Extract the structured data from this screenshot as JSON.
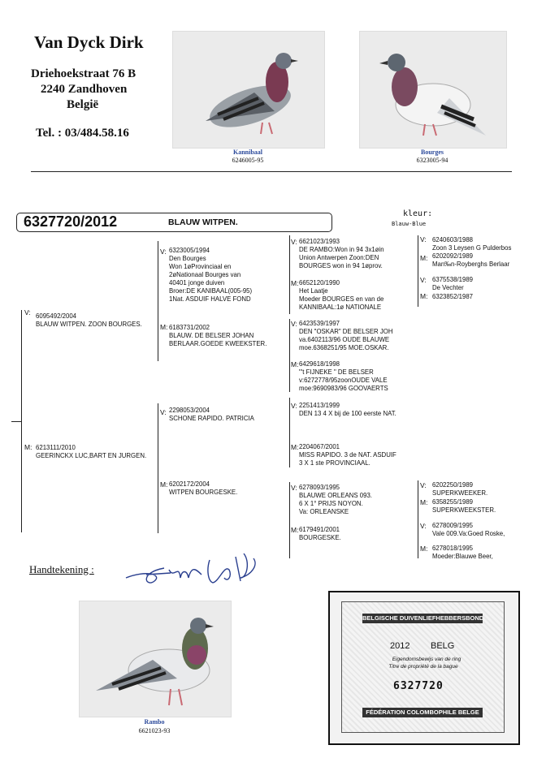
{
  "owner": {
    "name": "Van Dyck Dirk",
    "street": "Driehoekstraat 76 B",
    "city": "2240 Zandhoven",
    "country": "België",
    "phone": "Tel. : 03/484.58.16"
  },
  "top_photos": [
    {
      "name": "Kannibaal",
      "ring": "6246005-95"
    },
    {
      "name": "Bourges",
      "ring": "6323005-94"
    }
  ],
  "main": {
    "ring": "6327720/2012",
    "color": "BLAUW WITPEN.",
    "kleur_label": "kleur:",
    "kleur_value": "Blauw-Blue"
  },
  "gen1": {
    "sire": {
      "tag": "V:",
      "text": "6095492/2004\nBLAUW WITPEN. ZOON BOURGES."
    },
    "dam": {
      "tag": "M:",
      "text": "6213111/2010\nGEERINCKX LUC,BART EN JURGEN."
    }
  },
  "gen2": {
    "ss": {
      "tag": "V:",
      "text": "6323005/1994\nDen Bourges\nWon 1øProvinciaal en\n2øNationaal Bourges van\n40401 jonge duiven\nBroer:DE KANIBAAL(005-95)\n1Nat. ASDUIF HALVE FOND"
    },
    "sd": {
      "tag": "M:",
      "text": "6183731/2002\nBLAUW. DE BELSER JOHAN\nBERLAAR.GOEDE KWEEKSTER."
    },
    "ds": {
      "tag": "V:",
      "text": "2298053/2004\nSCHONE RAPIDO. PATRICIA"
    },
    "dd": {
      "tag": "M:",
      "text": "6202172/2004\nWITPEN BOURGESKE."
    }
  },
  "gen3": {
    "sss": {
      "tag": "V:",
      "text": "6621023/1993\nDE RAMBO:Won in 94 3x1øin\nUnion Antwerpen Zoon:DEN\nBOURGES won in 94 1øprov."
    },
    "ssd": {
      "tag": "M:",
      "text": "6652120/1990\nHet Laatje\nMoeder BOURGES en van de\nKANNIBAAL:1ø NATIONALE"
    },
    "sds": {
      "tag": "V:",
      "text": "6423539/1997\nDEN \"OSKAR\" DE BELSER JOH\nva.6402113/96 OUDE BLAUWE\nmoe.6368251/95 MOE.OSKAR."
    },
    "sdd": {
      "tag": "M:",
      "text": "6429618/1998\n\"'t FIJNEKE \" DE BELSER\nv:6272778/95zoonOUDE VALE\nmoe:9690983/96 GOOVAERTS"
    },
    "dss": {
      "tag": "V:",
      "text": "2251413/1999\nDEN 13  4 X bij de 100 eerste NAT."
    },
    "dsd": {
      "tag": "M:",
      "text": "2204067/2001\nMISS RAPIDO. 3 de NAT. ASDUIF\n3 X 1 ste PROVINCIAAL."
    },
    "dds": {
      "tag": "V:",
      "text": "6278093/1995\nBLAUWE ORLEANS 093.\n6 X 1° PRIJS NOYON.\nVa: ORLEANSKE"
    },
    "ddd": {
      "tag": "M:",
      "text": "6179491/2001\nBOURGESKE."
    }
  },
  "gen4": {
    "a1": {
      "tag": "V:",
      "text": "6240603/1988\nZoon 3 Leysen G Pulderbos"
    },
    "a2": {
      "tag": "M:",
      "text": "6202092/1989\nMan‰n-Royberghs Berlaar"
    },
    "b1": {
      "tag": "V:",
      "text": "6375538/1989\nDe Vechter"
    },
    "b2": {
      "tag": "M:",
      "text": "6323852/1987"
    },
    "c1": {
      "tag": "V:",
      "text": "6202250/1989\nSUPERKWEEKER."
    },
    "c2": {
      "tag": "M:",
      "text": "6358255/1989\nSUPERKWEEKSTER."
    },
    "d1": {
      "tag": "V:",
      "text": "6278009/1995\nVale 009.Va:Goed Roske,"
    },
    "d2": {
      "tag": "M:",
      "text": "6278018/1995\nMoeder:Blauwe Beer,"
    }
  },
  "signature_label": "Handtekening :",
  "bottom_photo": {
    "name": "Rambo",
    "ring": "6621023-93"
  },
  "certificate": {
    "org_top": "BELGISCHE DUIVENLIEFHEBBERSBOND",
    "year": "2012",
    "country": "BELG",
    "line1": "Eigendomsbewijs van de ring",
    "line2": "Titre de propriété de la bague",
    "ring": "6327720",
    "org_bottom": "FÉDÉRATION COLOMBOPHILE BELGE"
  },
  "colors": {
    "accent_blue": "#2c4a9b",
    "photo_bg": "#ebebeb"
  }
}
